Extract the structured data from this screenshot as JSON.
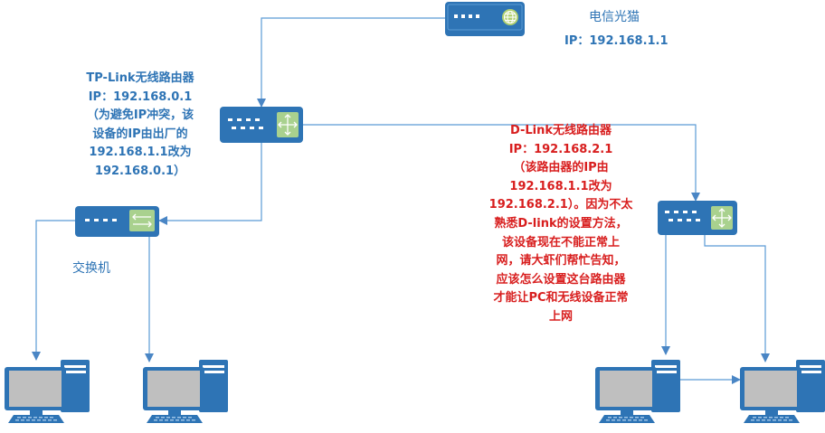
{
  "devices": {
    "modem": {
      "name": "电信光猫",
      "ip": "IP：192.168.1.1"
    },
    "tplink": {
      "name": "TP-Link无线路由器",
      "ip": "IP：192.168.0.1",
      "note": [
        "（为避免IP冲突，该",
        "设备的IP由出厂的",
        "192.168.1.1改为",
        "192.168.0.1）"
      ]
    },
    "dlink": {
      "name": "D-Link无线路由器",
      "ip": "IP：192.168.2.1",
      "note": [
        "（该路由器的IP由",
        "192.168.1.1改为",
        "192.168.2.1）。因为不太",
        "熟悉D-link的设置方法，",
        "该设备现在不能正常上",
        "网，请大虾们帮忙告知，",
        "应该怎么设置这台路由器",
        "才能让PC和无线设备正常",
        "上网"
      ]
    },
    "switch": {
      "name": "交换机"
    }
  },
  "colors": {
    "device_fill": "#2E74B5",
    "line": "#5B9BD5",
    "label_blue": "#2E74B5",
    "label_red": "#D81E1E"
  }
}
